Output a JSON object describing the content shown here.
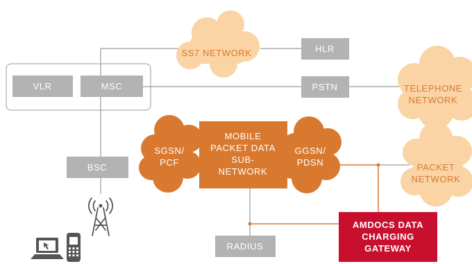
{
  "colors": {
    "grey_box": "#b3b3b3",
    "grey_line": "#9a9a9a",
    "light_cloud": "#fad4a4",
    "orange": "#d9792f",
    "orange_line": "#d9792f",
    "red": "#c8102e",
    "light_text": "#ffffff",
    "orange_text": "#d9792f",
    "device": "#555555"
  },
  "nodes": {
    "ss7": "SS7 NETWORK",
    "hlr": "HLR",
    "vlr": "VLR",
    "msc": "MSC",
    "pstn": "PSTN",
    "telephone": [
      "TELEPHONE",
      "NETWORK"
    ],
    "sgsn": [
      "SGSN/",
      "PCF"
    ],
    "mobile": [
      "MOBILE",
      "PACKET DATA",
      "SUB-",
      "NETWORK"
    ],
    "ggsn": [
      "GGSN/",
      "PDSN"
    ],
    "bsc": "BSC",
    "packet": [
      "PACKET",
      "NETWORK"
    ],
    "amdocs": [
      "AMDOCS DATA",
      "CHARGING",
      "GATEWAY"
    ],
    "radius": "RADIUS"
  },
  "icons": [
    "cell-tower-icon",
    "laptop-icon",
    "mobile-phone-icon"
  ]
}
